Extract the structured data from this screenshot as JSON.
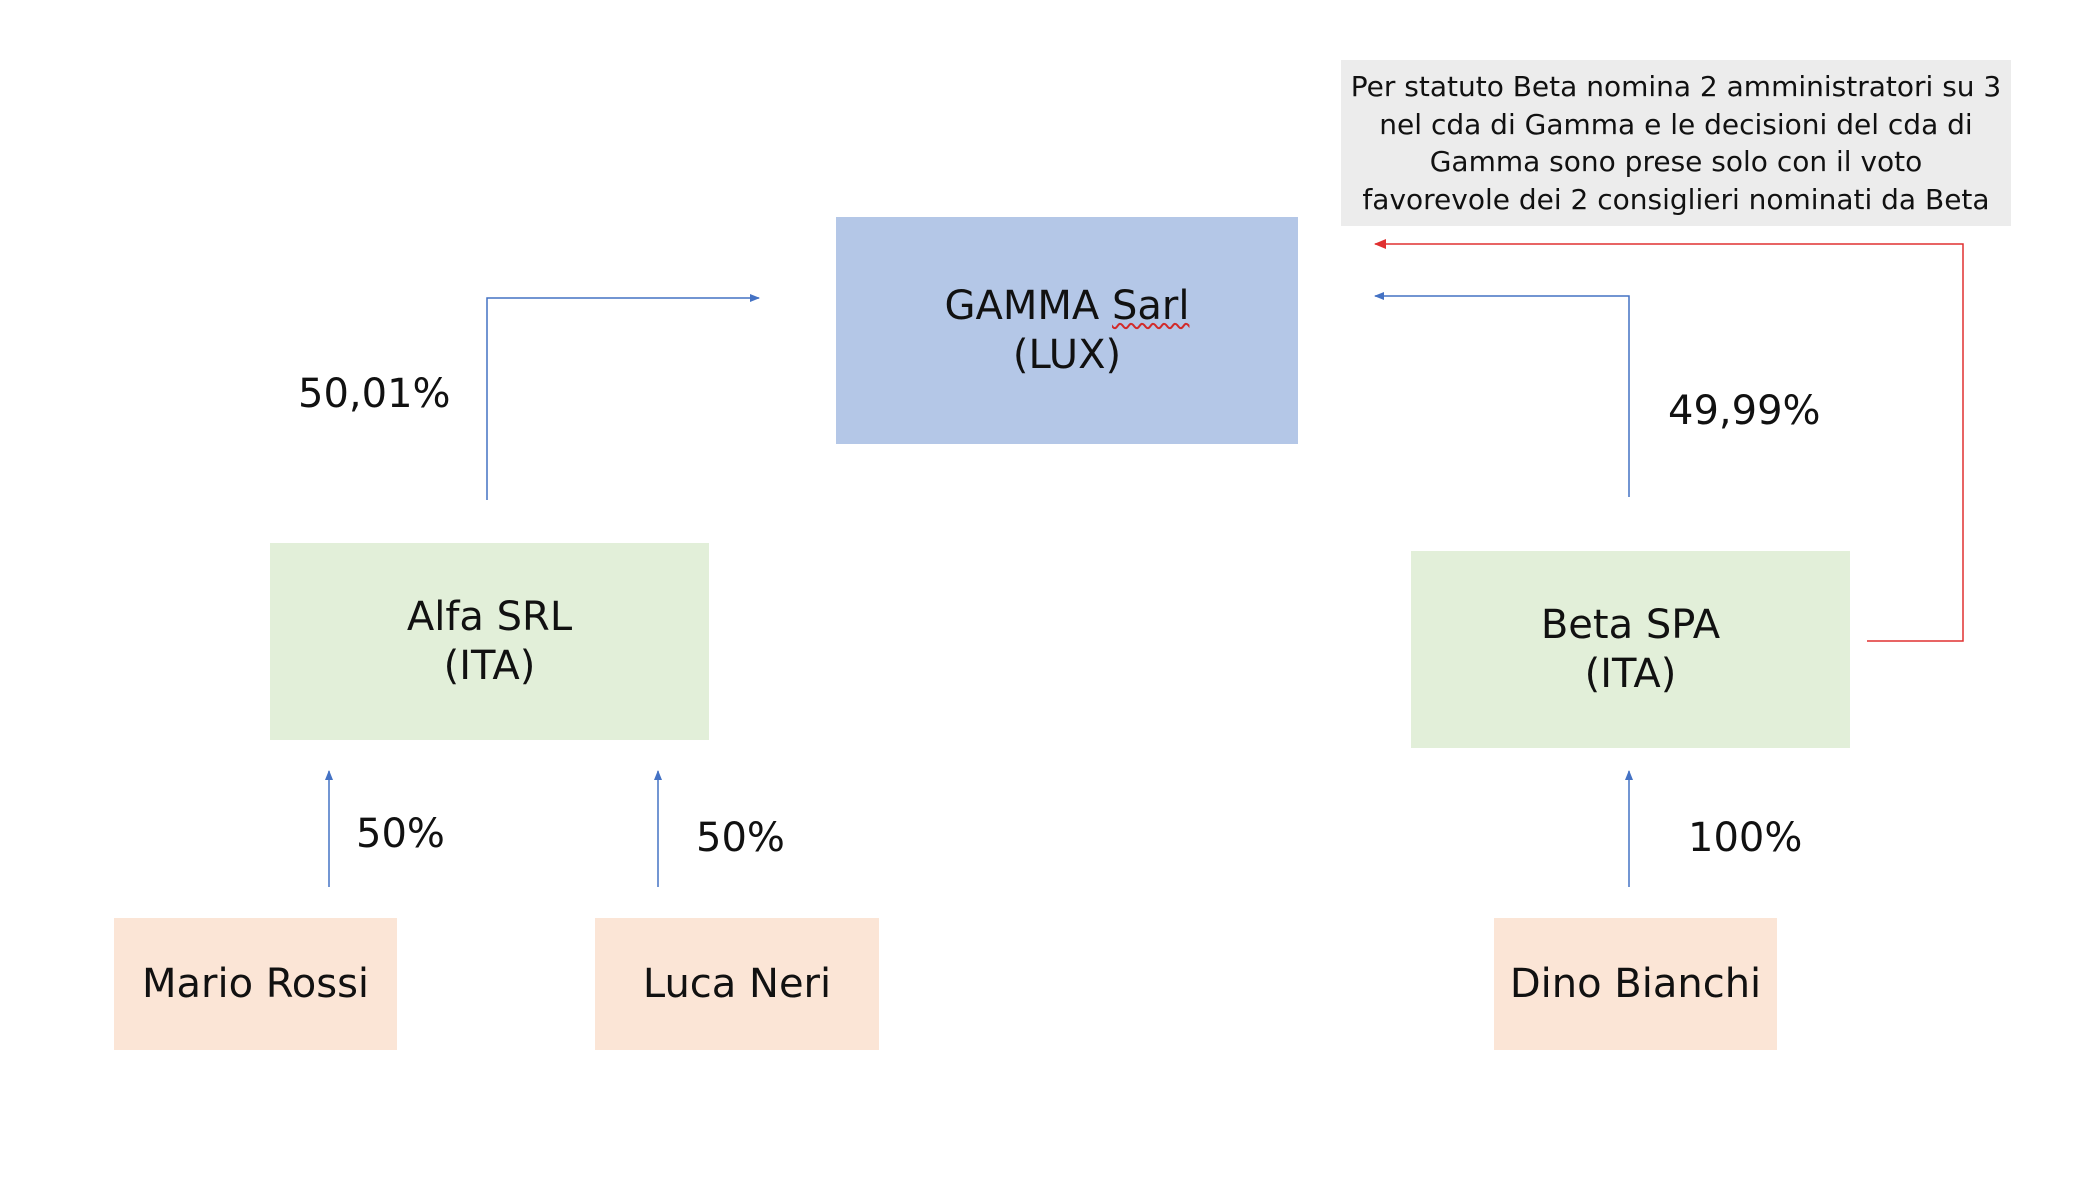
{
  "nodes": {
    "gamma": {
      "name": "GAMMA Sarl",
      "country": "(LUX)"
    },
    "alfa": {
      "name": "Alfa SRL",
      "country": "(ITA)"
    },
    "beta": {
      "name": "Beta SPA",
      "country": "(ITA)"
    },
    "mario": {
      "name": "Mario Rossi"
    },
    "luca": {
      "name": "Luca Neri"
    },
    "dino": {
      "name": "Dino Bianchi"
    }
  },
  "ownership": {
    "alfa_to_gamma": "50,01%",
    "beta_to_gamma": "49,99%",
    "mario_to_alfa": "50%",
    "luca_to_alfa": "50%",
    "dino_to_beta": "100%"
  },
  "note": {
    "text": "Per statuto Beta nomina 2 amministratori su 3\nnel cda di Gamma e le decisioni del cda di\nGamma sono prese solo con il voto\nfavorevole dei 2 consiglieri nominati da Beta"
  },
  "colors": {
    "gamma_box": "#b4c7e7",
    "company_box": "#e2efd9",
    "person_box": "#fbe5d6",
    "note_box": "#ececec",
    "ownership_arrow": "#4472c4",
    "control_arrow": "#e03030"
  }
}
